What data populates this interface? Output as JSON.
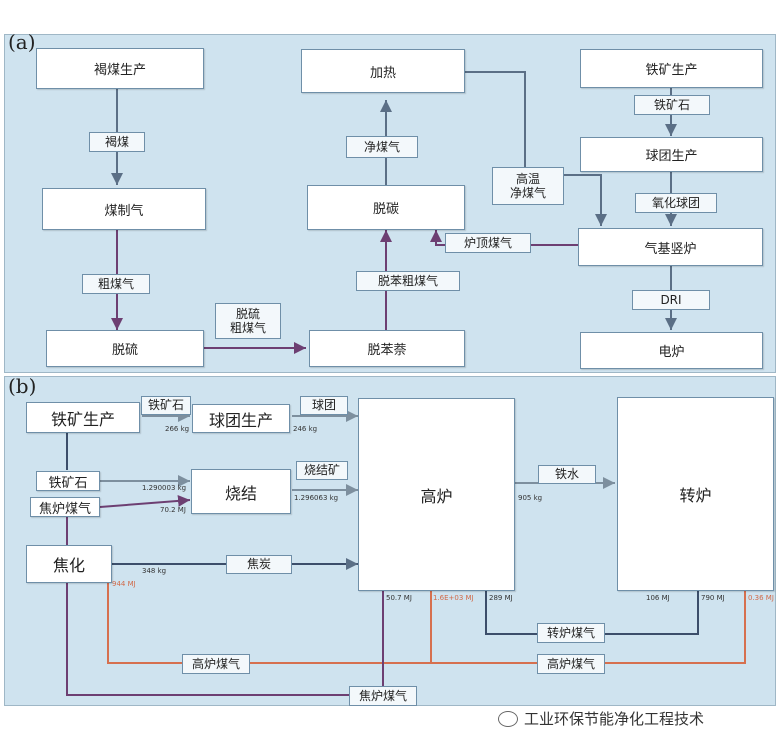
{
  "panel_a": {
    "label": "(a)",
    "boxes": {
      "lignite_production": "褐煤生产",
      "coal_gasification": "煤制气",
      "desulfurization": "脱硫",
      "heating": "加热",
      "decarbonization": "脱碳",
      "debenzene_naphthalene": "脱苯萘",
      "iron_ore_production": "铁矿生产",
      "pellet_production": "球团生产",
      "gas_shaft_furnace": "气基竖炉",
      "electric_furnace": "电炉"
    },
    "labels": {
      "lignite": "褐煤",
      "crude_gas": "粗煤气",
      "desulfurized_crude_gas_l1": "脱硫",
      "desulfurized_crude_gas_l2": "粗煤气",
      "debenzolized_crude_gas": "脱苯粗煤气",
      "clean_gas": "净煤气",
      "hot_clean_gas_l1": "高温",
      "hot_clean_gas_l2": "净煤气",
      "top_gas": "炉顶煤气",
      "iron_ore": "铁矿石",
      "oxidized_pellet": "氧化球团",
      "dri": "DRI"
    }
  },
  "panel_b": {
    "label": "(b)",
    "boxes": {
      "iron_ore_production": "铁矿生产",
      "pellet_production": "球团生产",
      "sintering": "烧结",
      "coking": "焦化",
      "blast_furnace": "高炉",
      "converter": "转炉",
      "iron_ore": "铁矿石",
      "coke_oven_gas_input": "焦炉煤气"
    },
    "labels": {
      "iron_ore_flow": "铁矿石",
      "pellet": "球团",
      "sinter": "烧结矿",
      "hot_metal": "铁水",
      "coke": "焦炭",
      "converter_gas": "转炉煤气",
      "bf_gas_left": "高炉煤气",
      "bf_gas_right": "高炉煤气",
      "coke_oven_gas": "焦炉煤气"
    },
    "values": {
      "v_266kg": "266 kg",
      "v_246kg": "246 kg",
      "v_1290kg": "1.290003 kg",
      "v_70mj": "70.2 MJ",
      "v_1296kg": "1.296063 kg",
      "v_348kg": "348 kg",
      "v_905kg": "905 kg",
      "v_944mj": "944 MJ",
      "v_50mj": "50.7 MJ",
      "v_bf_gas_mj": "1.6E+03 MJ",
      "v_289mj": "289 MJ",
      "v_106mj": "106 MJ",
      "v_790mj": "790 MJ",
      "v_conv_mj": "0.36 MJ"
    }
  },
  "watermark": "工业环保节能净化工程技术",
  "colors": {
    "panel_bg": "#cfe3ef",
    "flow_dark": "#3c4e6a",
    "flow_purple": "#6d3f72",
    "flow_gray": "#7d8f9e",
    "flow_orange": "#d6704f"
  }
}
